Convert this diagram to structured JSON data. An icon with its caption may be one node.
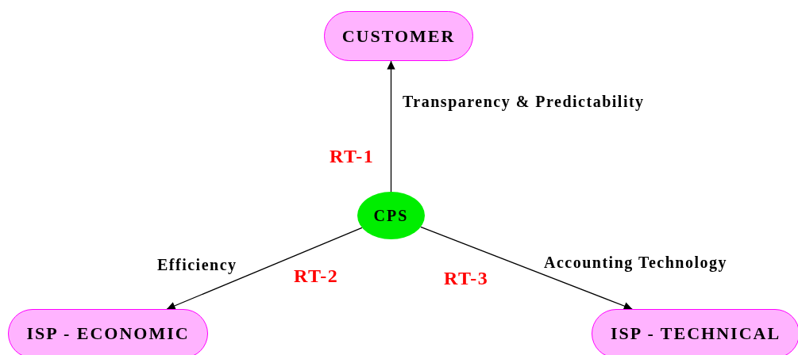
{
  "diagram": {
    "nodes": [
      {
        "text": [
          "CUSTOMER"
        ]
      },
      {
        "text": [
          "CPS"
        ]
      },
      {
        "text": [
          "ISP - ECONOMIC"
        ]
      },
      {
        "text": [
          "ISP - TECHNICAL"
        ]
      }
    ],
    "edges": [
      {
        "from": 1,
        "to": 0,
        "arrow": "to",
        "label": "Transparency & Predictability"
      },
      {
        "from": 1,
        "to": 2,
        "arrow": "to",
        "label": "Efficiency"
      },
      {
        "from": 1,
        "to": 3,
        "arrow": "to",
        "label": "Accounting Technology"
      }
    ],
    "labels": [
      "RT-1",
      "RT-2",
      "RT-3"
    ]
  }
}
